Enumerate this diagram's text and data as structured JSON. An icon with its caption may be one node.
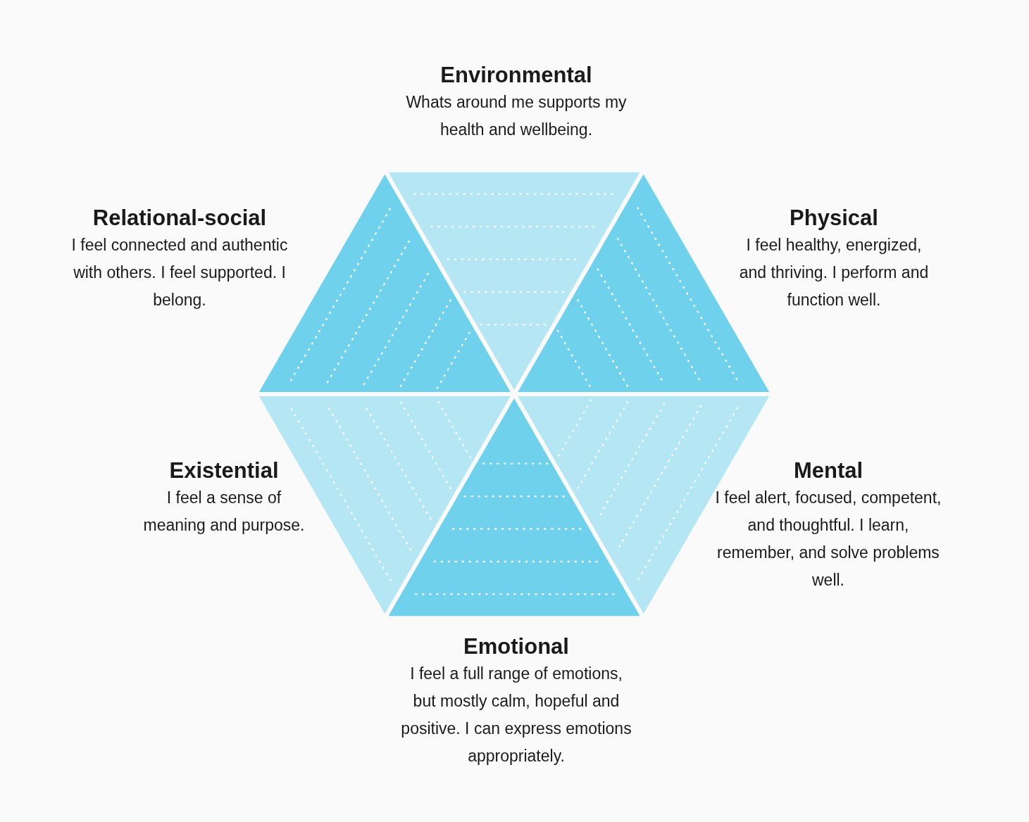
{
  "diagram": {
    "nodes": [
      {
        "text": [
          "Environmental",
          "Whats around me supports my health and wellbeing."
        ]
      },
      {
        "text": [
          "Relational-social",
          "I feel connected and authentic with others. I feel supported. I belong."
        ]
      },
      {
        "text": [
          "Physical",
          "I feel healthy, energized, and thriving. I perform and function well."
        ]
      },
      {
        "text": [
          "Existential",
          "I feel a sense of meaning and purpose."
        ]
      },
      {
        "text": [
          "Mental",
          "I feel alert, focused, competent, and thoughtful. I learn, remember, and solve problems well."
        ]
      },
      {
        "text": [
          "Emotional",
          "I feel a full range of emotions, but mostly calm, hopeful and positive. I can express emotions appropriately."
        ]
      }
    ],
    "edges": []
  }
}
